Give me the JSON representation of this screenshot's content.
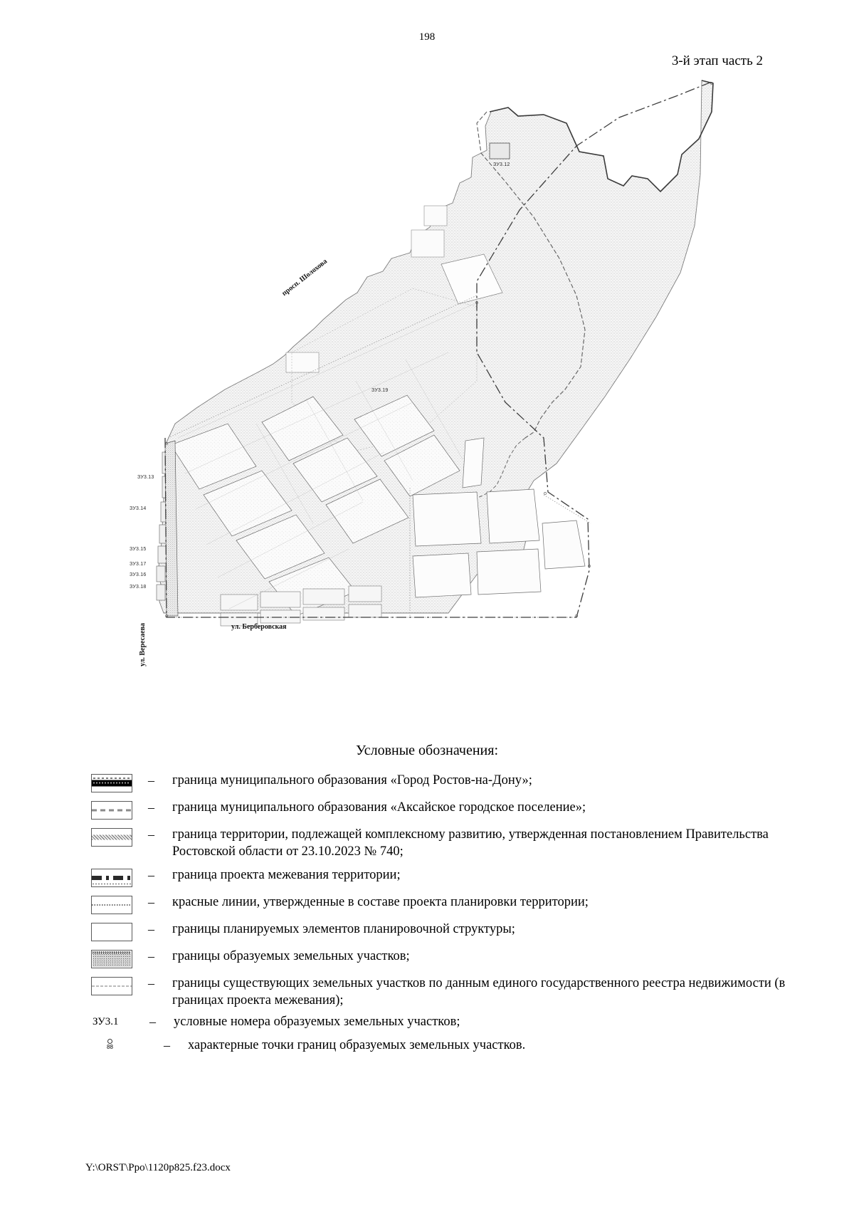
{
  "header": {
    "page_number": "198",
    "stage_label": "3-й этап часть 2"
  },
  "map": {
    "street_labels": [
      {
        "name": "prospekt-sholokhova",
        "text": "просп. Шолохова"
      },
      {
        "name": "ulitsa-berberovskaya",
        "text": "ул. Берберовская"
      },
      {
        "name": "ulitsa-veresaeva",
        "text": "ул. Вересаева"
      }
    ],
    "parcel_labels": [
      {
        "text": "ЗУ3.12"
      },
      {
        "text": "ЗУ3.19"
      },
      {
        "text": "ЗУ3.13"
      },
      {
        "text": "ЗУ3.14"
      },
      {
        "text": "ЗУ3.15"
      },
      {
        "text": "ЗУ3.17"
      },
      {
        "text": "ЗУ3.16"
      },
      {
        "text": "ЗУ3.18"
      }
    ]
  },
  "legend": {
    "title": "Условные обозначения:",
    "dash": "–",
    "items": [
      {
        "swatch": "city-boundary-swatch",
        "name": "legend-item-city-boundary",
        "text": "граница муниципального образования «Город Ростов-на-Дону»;"
      },
      {
        "swatch": "aksay-boundary-swatch",
        "name": "legend-item-aksay-boundary",
        "text": "граница муниципального образования «Аксайское городское поселение»;"
      },
      {
        "swatch": "krt-boundary-swatch",
        "name": "legend-item-krt-boundary",
        "text": "граница территории, подлежащей комплексному развитию, утвержденная постановлением Правительства Ростовской области от 23.10.2023 № 740;"
      },
      {
        "swatch": "survey-project-boundary-swatch",
        "name": "legend-item-survey-project-boundary",
        "text": "граница проекта межевания территории;"
      },
      {
        "swatch": "red-lines-swatch",
        "name": "legend-item-red-lines",
        "text": "красные линии, утвержденные в составе проекта планировки территории;"
      },
      {
        "swatch": "planning-elements-swatch",
        "name": "legend-item-planning-elements",
        "text": "границы планируемых элементов планировочной структуры;"
      },
      {
        "swatch": "formed-parcels-swatch",
        "name": "legend-item-formed-parcels",
        "text": "границы образуемых земельных участков;"
      },
      {
        "swatch": "existing-parcels-swatch",
        "name": "legend-item-existing-parcels",
        "text": "границы существующих земельных участков по данным единого государственного реестра недвижимости (в границах проекта межевания);"
      }
    ],
    "code_item": {
      "code": "ЗУ3.1",
      "text": "условные номера образуемых земельных участков;"
    },
    "point_item": {
      "point_number": "88",
      "text": "характерные точки границ образуемых земельных участков."
    }
  },
  "footer": {
    "file_path": "Y:\\ORST\\Ppo\\1120p825.f23.docx"
  },
  "colors": {
    "ink": "#000000",
    "map_line": "#4a4a4a",
    "map_fill": "#efefef"
  }
}
